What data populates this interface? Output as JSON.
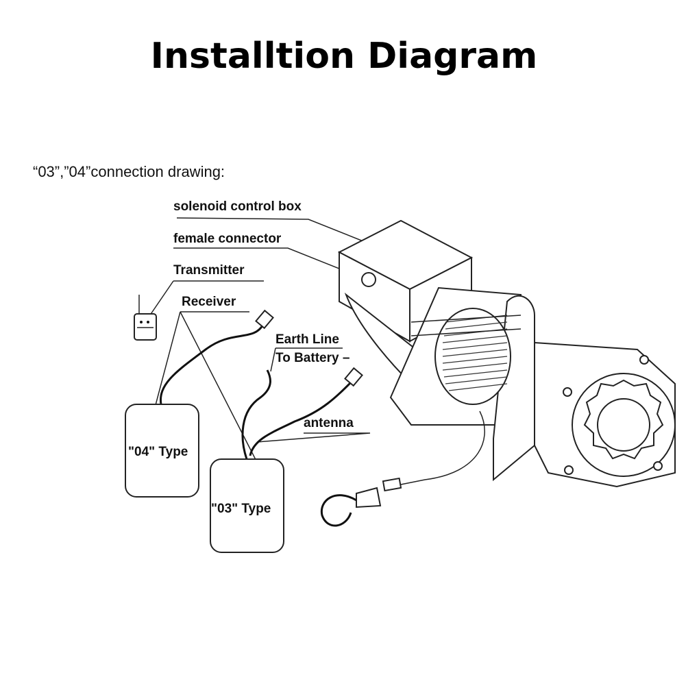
{
  "title": "Installtion Diagram",
  "subtitle": "“03”,”04”connection drawing:",
  "labels": {
    "solenoid": "solenoid control box",
    "female": "female connector",
    "transmitter": "Transmitter",
    "receiver": "Receiver",
    "earth1": "Earth Line",
    "earth2": "To Battery –",
    "antenna": "antenna",
    "type04": "\"04\" Type",
    "type03": "\"03\" Type"
  }
}
